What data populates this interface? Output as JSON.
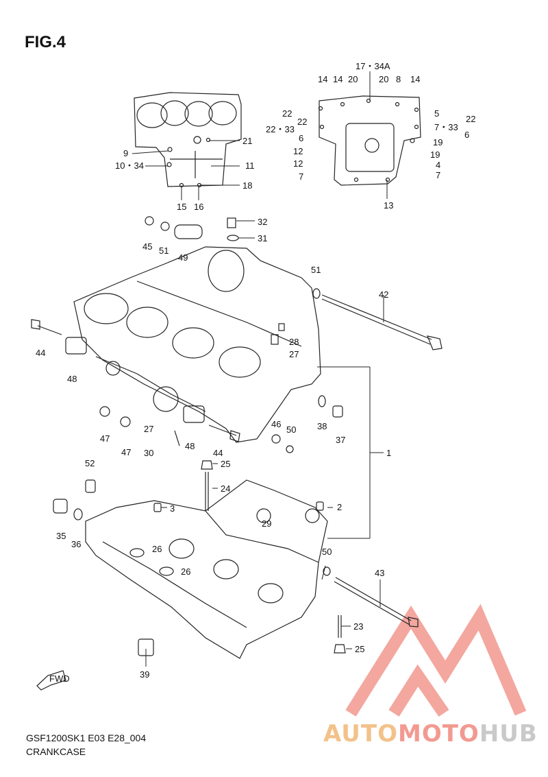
{
  "figure_title": "FIG.4",
  "footer": {
    "line1": "GSF1200SK1 E03 E28_004",
    "line2": "CRANKCASE"
  },
  "watermark": {
    "part1": "AUTO",
    "part2": "MOTO",
    "part3": "HUB",
    "colors": {
      "part1": "#f3c28a",
      "part2": "#f29a91",
      "part3": "#c9c9c9",
      "mark": "#f08a80"
    }
  },
  "fwd_label": "FWD",
  "callouts": {
    "c1": "1",
    "c2": "2",
    "c3": "3",
    "c4": "4",
    "c5": "5",
    "c6a": "6",
    "c6b": "6",
    "c7a": "7",
    "c7b": "7",
    "c7_33": "7・33",
    "c8": "8",
    "c9": "9",
    "c10_34": "10・34",
    "c11": "11",
    "c12a": "12",
    "c12b": "12",
    "c13": "13",
    "c14a": "14",
    "c14b": "14",
    "c14c": "14",
    "c15": "15",
    "c16": "16",
    "c17_34a": "17・34A",
    "c18": "18",
    "c19a": "19",
    "c19b": "19",
    "c20a": "20",
    "c20b": "20",
    "c21": "21",
    "c22a": "22",
    "c22b": "22",
    "c22c": "22",
    "c22_33": "22・33",
    "c23": "23",
    "c24": "24",
    "c25a": "25",
    "c25b": "25",
    "c26a": "26",
    "c26b": "26",
    "c27a": "27",
    "c27b": "27",
    "c28": "28",
    "c29": "29",
    "c30": "30",
    "c31": "31",
    "c32": "32",
    "c35": "35",
    "c36": "36",
    "c37": "37",
    "c38": "38",
    "c39": "39",
    "c42": "42",
    "c43": "43",
    "c44a": "44",
    "c44b": "44",
    "c45": "45",
    "c46": "46",
    "c47a": "47",
    "c47b": "47",
    "c48a": "48",
    "c48b": "48",
    "c49": "49",
    "c50a": "50",
    "c50b": "50",
    "c51a": "51",
    "c51b": "51",
    "c52": "52"
  }
}
